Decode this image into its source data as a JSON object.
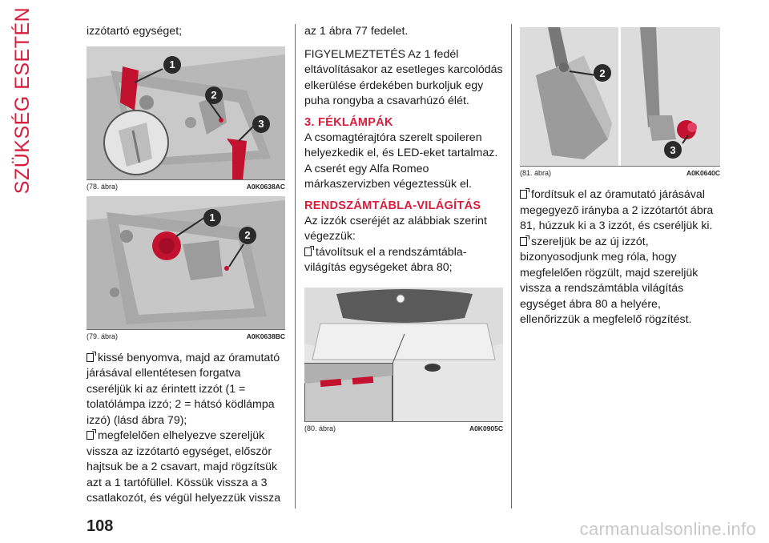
{
  "section_title": "SZÜKSÉG ESETÉN",
  "page_number": "108",
  "watermark": "carmanualsonline.info",
  "col1": {
    "intro": "izzótartó egységet;",
    "fig78": {
      "label": "(78. ábra)",
      "code": "A0K0638AC",
      "callouts": [
        "1",
        "2",
        "3"
      ]
    },
    "fig79": {
      "label": "(79. ábra)",
      "code": "A0K0638BC",
      "callouts": [
        "1",
        "2"
      ]
    },
    "bullet1": "kissé benyomva, majd az óramutató járásával ellentétesen forgatva cseréljük ki az érintett izzót (1 = tolatólámpa izzó; 2 = hátsó ködlámpa izzó) (lásd ábra 79);",
    "bullet2": "megfelelően elhelyezve szereljük vissza az izzótartó egységet, először hajtsuk be a 2 csavart, majd rögzítsük azt a 1 tartófüllel. Kössük vissza a 3 csatlakozót, és végül helyezzük vissza"
  },
  "col2": {
    "cont": "az 1 ábra 77 fedelet.",
    "note": "FIGYELMEZTETÉS Az 1 fedél eltávolításakor az esetleges karcolódás elkerülése érdekében burkoljuk egy puha rongyba a csavarhúzó élét.",
    "heading1": "3. FÉKLÁMPÁK",
    "para1": "A csomagtérajtóra szerelt spoileren helyezkedik el, és LED-eket tartalmaz. A cserét egy Alfa Romeo márkaszervizben végeztessük el.",
    "heading2": "RENDSZÁMTÁBLA-VILÁGÍTÁS",
    "para2": "Az izzók cseréjét az alábbiak szerint végezzük:",
    "bullet1": "távolítsuk el a rendszámtábla-világítás egységeket ábra 80;",
    "fig80": {
      "label": "(80. ábra)",
      "code": "A0K0905C"
    }
  },
  "col3": {
    "fig81": {
      "label": "(81. ábra)",
      "code": "A0K0640C",
      "callouts": [
        "2",
        "3"
      ]
    },
    "bullet1": "fordítsuk el az óramutató járásával megegyező irányba a 2 izzótartót ábra 81, húzzuk ki a 3 izzót, és cseréljük ki.",
    "bullet2": "szereljük be az új izzót, bizonyosodjunk meg róla, hogy megfelelően rögzült, majd szereljük vissza a rendszámtábla világítás egységet ábra 80 a helyére, ellenőrizzük a megfelelő rögzítést."
  },
  "colors": {
    "accent": "#d81e3c",
    "callout": "#2a2a2a",
    "figure_bg": "#d9d9d9"
  }
}
